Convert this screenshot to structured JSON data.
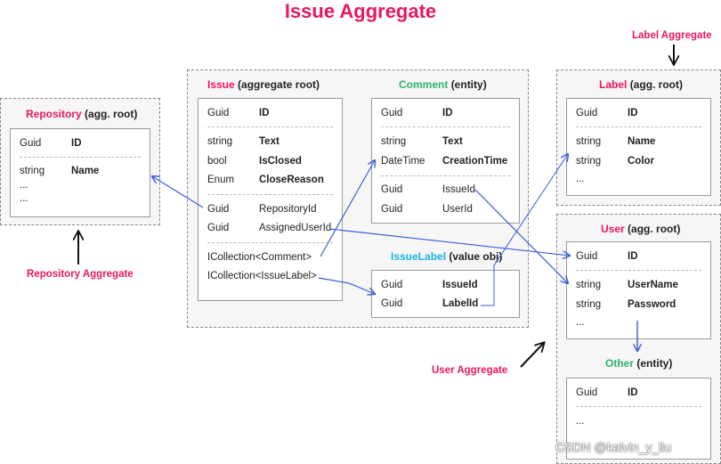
{
  "title": "Issue Aggregate",
  "aggregate_labels": {
    "label": "Label Aggregate",
    "repository": "Repository Aggregate",
    "user": "User Aggregate"
  },
  "colors": {
    "accent": "#e8175d",
    "entity": "#2db36b",
    "value_obj": "#19b4e6",
    "arrow": "#3b5bdb"
  },
  "repository": {
    "name": "Repository",
    "kind": "(agg. root)",
    "rows": [
      {
        "type": "Guid",
        "name": "ID"
      },
      {
        "type": "string",
        "name": "Name"
      },
      {
        "type": "...",
        "name": ""
      },
      {
        "type": "...",
        "name": ""
      }
    ]
  },
  "issue": {
    "name": "Issue",
    "kind": "(aggregate root)",
    "rows": [
      {
        "type": "Guid",
        "name": "ID"
      },
      {
        "type": "string",
        "name": "Text"
      },
      {
        "type": "bool",
        "name": "IsClosed"
      },
      {
        "type": "Enum",
        "name": "CloseReason"
      },
      {
        "type": "Guid",
        "name": "RepositoryId"
      },
      {
        "type": "Guid",
        "name": "AssignedUserId"
      },
      {
        "type": "ICollection<Comment>",
        "name": ""
      },
      {
        "type": "ICollection<IssueLabel>",
        "name": ""
      }
    ]
  },
  "comment": {
    "name": "Comment",
    "kind": "(entity)",
    "rows": [
      {
        "type": "Guid",
        "name": "ID"
      },
      {
        "type": "string",
        "name": "Text"
      },
      {
        "type": "DateTime",
        "name": "CreationTime"
      },
      {
        "type": "Guid",
        "name": "IssueId"
      },
      {
        "type": "Guid",
        "name": "UserId"
      }
    ]
  },
  "issuelabel": {
    "name": "IssueLabel",
    "kind": "(value obj)",
    "rows": [
      {
        "type": "Guid",
        "name": "IssueId"
      },
      {
        "type": "Guid",
        "name": "LabelId"
      }
    ]
  },
  "label": {
    "name": "Label",
    "kind": "(agg. root)",
    "rows": [
      {
        "type": "Guid",
        "name": "ID"
      },
      {
        "type": "string",
        "name": "Name"
      },
      {
        "type": "string",
        "name": "Color"
      },
      {
        "type": "...",
        "name": ""
      }
    ]
  },
  "user": {
    "name": "User",
    "kind": "(agg. root)",
    "rows": [
      {
        "type": "Guid",
        "name": "ID"
      },
      {
        "type": "string",
        "name": "UserName"
      },
      {
        "type": "string",
        "name": "Password"
      },
      {
        "type": "...",
        "name": ""
      }
    ]
  },
  "other": {
    "name": "Other",
    "kind": "(entity)",
    "rows": [
      {
        "type": "Guid",
        "name": "ID"
      },
      {
        "type": "...",
        "name": ""
      }
    ]
  },
  "watermark": "CSDN @kalvin_y_liu"
}
